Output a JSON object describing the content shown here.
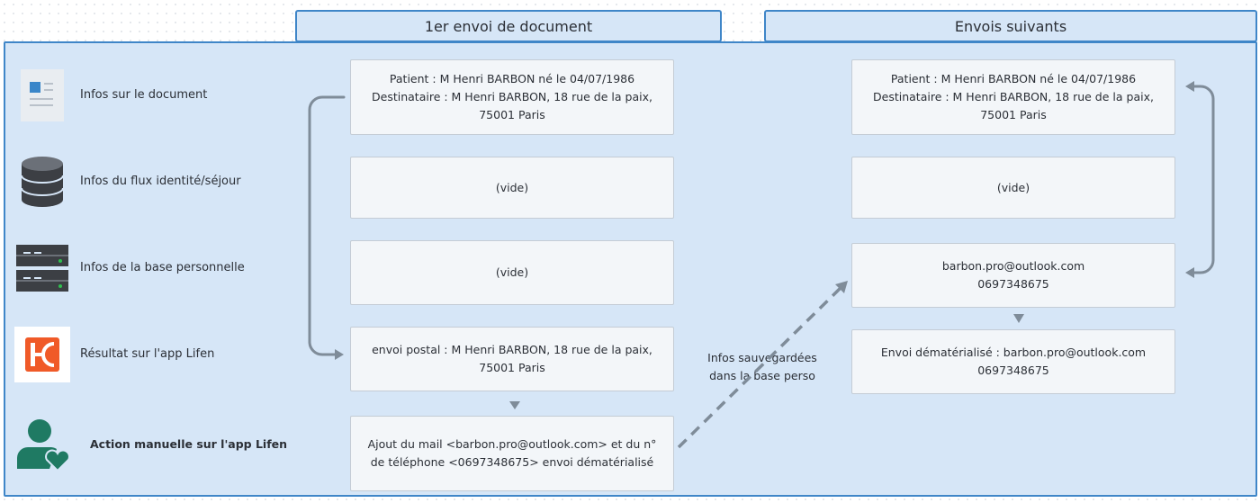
{
  "headers": {
    "first": "1er envoi de document",
    "next": "Envois suivants"
  },
  "rows": [
    {
      "label": "Infos sur le document",
      "icon": "document-icon"
    },
    {
      "label": "Infos du flux identité/séjour",
      "icon": "database-icon"
    },
    {
      "label": "Infos de la base personnelle",
      "icon": "server-icon"
    },
    {
      "label": "Résultat sur l'app Lifen",
      "icon": "lifen-logo-icon"
    },
    {
      "label": "Action manuelle sur l'app Lifen",
      "icon": "user-heart-icon"
    }
  ],
  "first_column": {
    "document_info": "Patient : M Henri BARBON né le 04/07/1986\nDestinataire : M Henri BARBON, 18 rue de la paix,\n75001 Paris",
    "identity_flow": "(vide)",
    "personal_base": "(vide)",
    "result": "envoi postal : M Henri BARBON, 18 rue de la paix,\n75001 Paris",
    "manual_action": "Ajout du mail <barbon.pro@outlook.com> et du  n°\nde téléphone <0697348675>  envoi dématérialisé"
  },
  "next_column": {
    "document_info": "Patient : M Henri BARBON né le 04/07/1986\nDestinataire : M Henri BARBON, 18 rue de la paix,\n75001 Paris",
    "identity_flow": "(vide)",
    "personal_base": "barbon.pro@outlook.com\n0697348675",
    "result": "Envoi dématérialisé : barbon.pro@outlook.com\n0697348675"
  },
  "saved_note": "Infos sauvegardées\ndans la base perso",
  "colors": {
    "panel_bg": "#d6e6f7",
    "panel_border": "#3f86c8",
    "card_bg": "#f3f6f9",
    "arrow": "#7f8c99",
    "lifen_orange": "#f05a28",
    "user_green": "#1f7a63",
    "doc_blue": "#3a86c9"
  }
}
